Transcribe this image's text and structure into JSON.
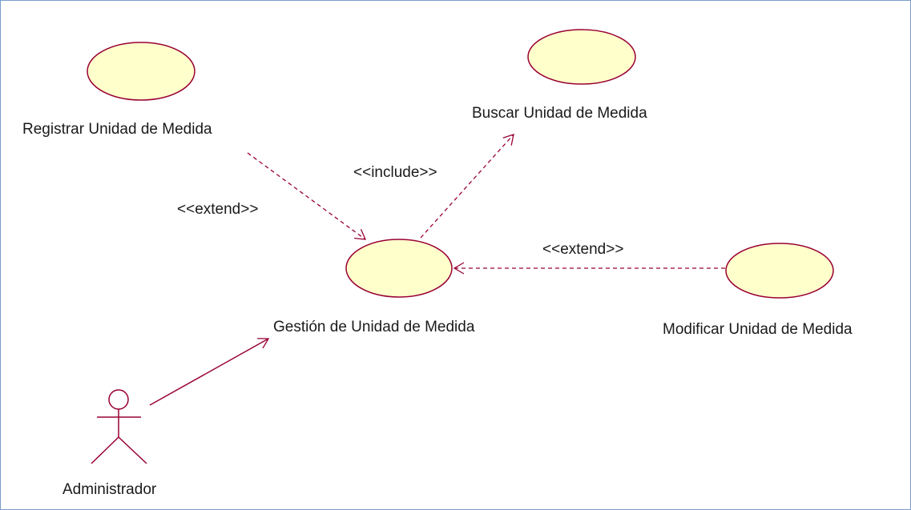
{
  "use_cases": {
    "registrar": "Registrar Unidad de Medida",
    "buscar": "Buscar Unidad de Medida",
    "gestion": "Gestión de Unidad de Medida",
    "modificar": "Modificar Unidad de Medida"
  },
  "actor": {
    "label": "Administrador"
  },
  "relations": {
    "extend_registrar": "<<extend>>",
    "include_buscar": "<<include>>",
    "extend_modificar": "<<extend>>"
  },
  "colors": {
    "ellipse_fill": "#FFFFCC",
    "line": "#990033",
    "border": "#7A9CCF"
  }
}
